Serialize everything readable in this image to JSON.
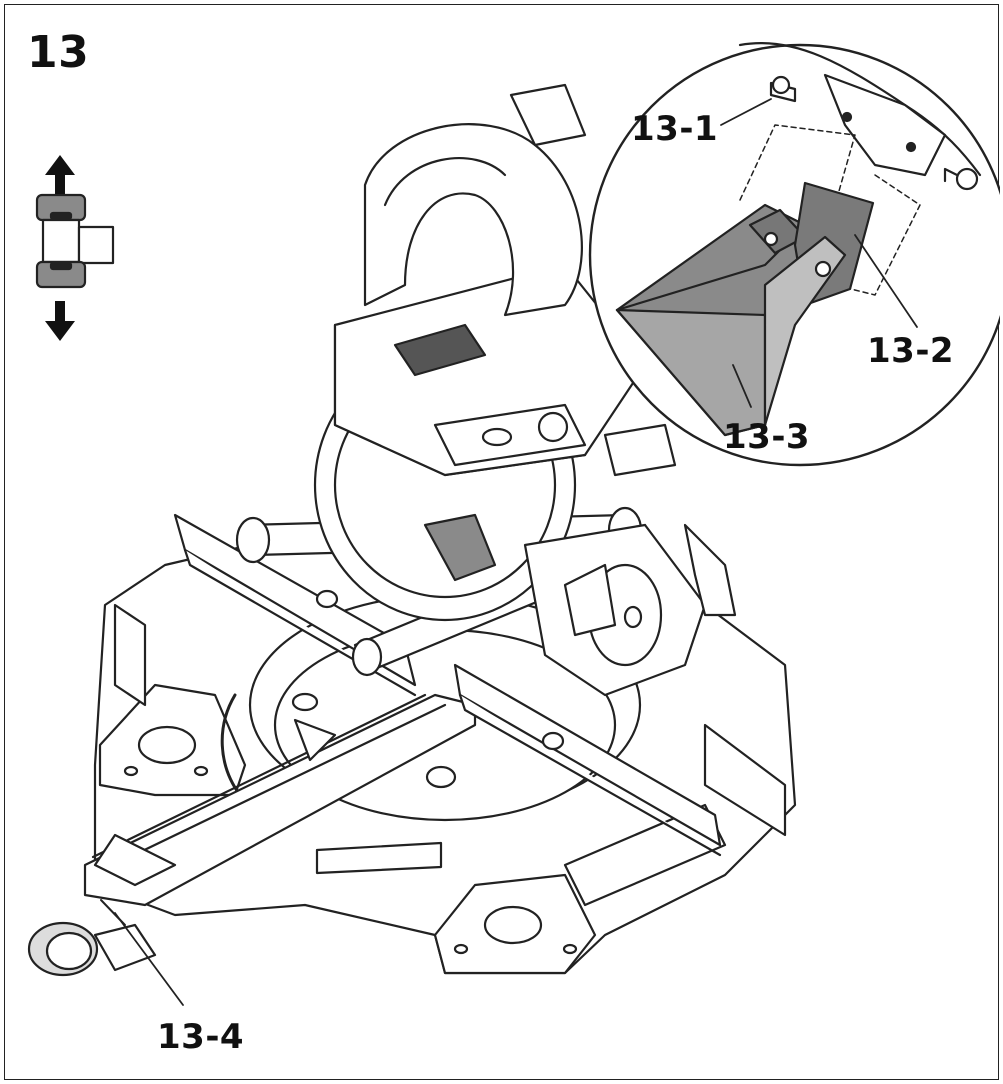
{
  "figure": {
    "step_number": "13",
    "callouts": {
      "c1": "13-1",
      "c2": "13-2",
      "c3": "13-3",
      "c4": "13-4"
    },
    "icons": {
      "direction_indicator": "up-down-arrows-icon",
      "main_subject": "miter-saw-drawing",
      "detail_view": "magnified-detail-circle"
    },
    "colors": {
      "line": "#222222",
      "fill_light": "#ffffff",
      "fill_gray": "#8a8a8a",
      "fill_dark": "#555555"
    }
  }
}
